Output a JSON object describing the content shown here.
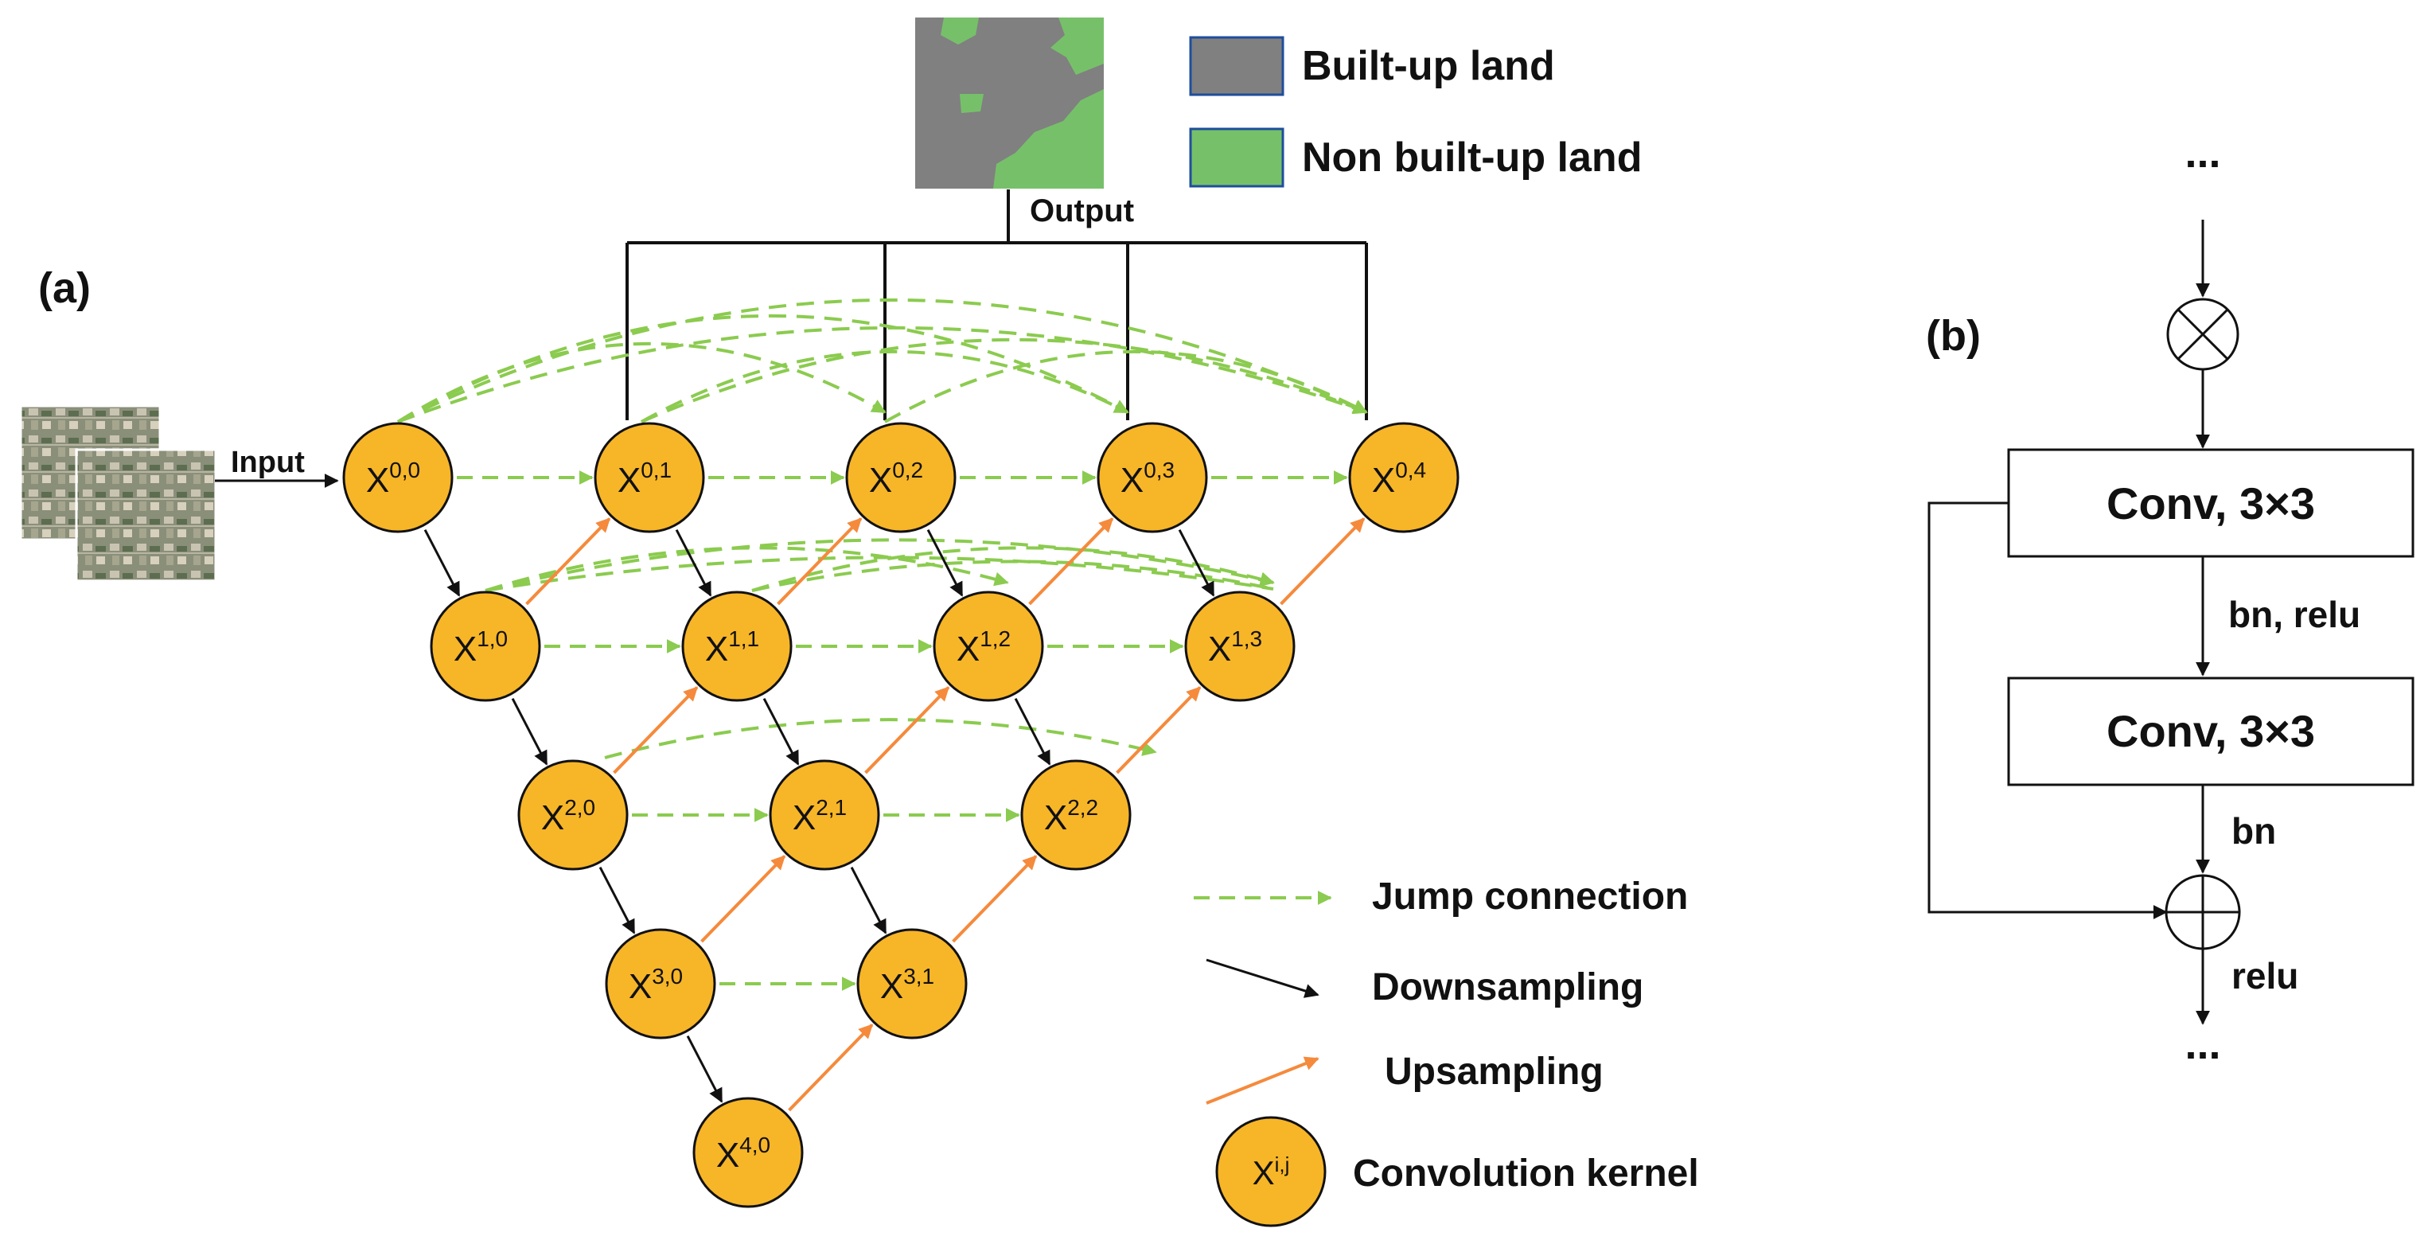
{
  "panel_a": {
    "label": "(a)",
    "input_label": "Input",
    "output_label": "Output",
    "output_legend": [
      {
        "label": "Built-up land",
        "color": "#808080"
      },
      {
        "label": "Non built-up land",
        "color": "#77c06a"
      }
    ],
    "node_base": "X",
    "node_color": "#f7b528",
    "nodes": [
      {
        "i": 0,
        "j": 0,
        "sup": "0,0"
      },
      {
        "i": 0,
        "j": 1,
        "sup": "0,1"
      },
      {
        "i": 0,
        "j": 2,
        "sup": "0,2"
      },
      {
        "i": 0,
        "j": 3,
        "sup": "0,3"
      },
      {
        "i": 0,
        "j": 4,
        "sup": "0,4"
      },
      {
        "i": 1,
        "j": 0,
        "sup": "1,0"
      },
      {
        "i": 1,
        "j": 1,
        "sup": "1,1"
      },
      {
        "i": 1,
        "j": 2,
        "sup": "1,2"
      },
      {
        "i": 1,
        "j": 3,
        "sup": "1,3"
      },
      {
        "i": 2,
        "j": 0,
        "sup": "2,0"
      },
      {
        "i": 2,
        "j": 1,
        "sup": "2,1"
      },
      {
        "i": 2,
        "j": 2,
        "sup": "2,2"
      },
      {
        "i": 3,
        "j": 0,
        "sup": "3,0"
      },
      {
        "i": 3,
        "j": 1,
        "sup": "3,1"
      },
      {
        "i": 4,
        "j": 0,
        "sup": "4,0"
      }
    ],
    "legend": {
      "jump": {
        "label": "Jump connection",
        "color": "#8bcb4f"
      },
      "down": {
        "label": "Downsampling",
        "color": "#111111"
      },
      "up": {
        "label": "Upsampling",
        "color": "#f58a3c"
      },
      "kernel": {
        "label": "Convolution kernel",
        "sup": "i,j"
      }
    }
  },
  "panel_b": {
    "label": "(b)",
    "ellipsis_top": "...",
    "ellipsis_bottom": "...",
    "conv1": "Conv, 3×3",
    "conv2": "Conv, 3×3",
    "after_conv1": "bn, relu",
    "after_conv2": "bn",
    "after_add": "relu"
  }
}
